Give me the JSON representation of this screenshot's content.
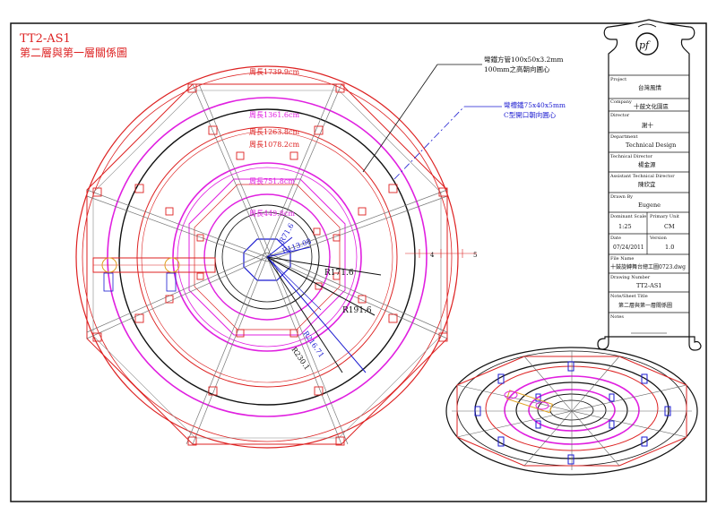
{
  "sheet": {
    "code": "TT2-AS1",
    "heading": "第二層與第一層關係圖"
  },
  "annotations": {
    "tube_note_1": "彎鐵方管100x50x3.2mm",
    "tube_note_2": "100mm之高朝向圓心",
    "channel_note_1": "彎槽鐵75x40x5mm",
    "channel_note_2": "C型開口朝向圓心",
    "perim_1": "周長1739.9cm",
    "perim_2": "周長1361.6cm",
    "perim_3": "周長1263.8cm",
    "perim_4": "周長1078.2cm",
    "perim_5": "周長751.8cm",
    "perim_6": "周長449.8cm",
    "r_small": "R113.08",
    "r_1": "R71.6",
    "r_2": "R171.6",
    "r_3": "R191.6",
    "r_4": "R216.71",
    "r_5": "R230.1",
    "dim_4": "4",
    "dim_5": "5"
  },
  "titleblock": {
    "project_label": "Project",
    "project_value": "台灣風情",
    "company_label": "Company",
    "company_value": "十鼓文化園區",
    "director_label": "Director",
    "director_value": "謝十",
    "department_label": "Department",
    "department_value": "Technical Design",
    "tech_director_label": "Technical Director",
    "tech_director_value": "楊金源",
    "asst_director_label": "Assistant Technical Director",
    "asst_director_value": "陳欣宜",
    "drawn_by_label": "Drawn By",
    "drawn_by_value": "Eugene",
    "scale_label": "Dominant Scale",
    "scale_value": "1:25",
    "unit_label": "Primary Unit",
    "unit_value": "CM",
    "date_label": "Date",
    "date_value": "07/24/2011",
    "version_label": "Version",
    "version_value": "1.0",
    "file_label": "File Name",
    "file_value": "十鼓旋轉舞台總工圖0723.dwg",
    "drawing_label": "Drawing Number",
    "drawing_value": "TT2-AS1",
    "notes_title_label": "Note/Sheet Title",
    "notes_title_value": "第二層與第一層關係圖",
    "notes_label": "Notes",
    "logo_text": "pf"
  },
  "colors": {
    "red": "#dd2222",
    "magenta": "#e020e0",
    "blue": "#1a1ad0",
    "black": "#111111",
    "gray": "#888888"
  }
}
